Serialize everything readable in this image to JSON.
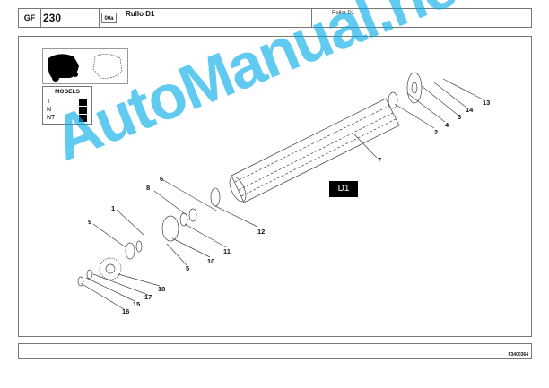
{
  "header": {
    "gf": "GF",
    "number": "230",
    "revision": "00a",
    "title_it": "Rullo D1",
    "title_en": "Roller D1"
  },
  "models": {
    "title": "MODELS",
    "items": [
      "T",
      "N",
      "NT"
    ]
  },
  "d1_label": "D1",
  "callouts": [
    "1",
    "2",
    "3",
    "4",
    "5",
    "6",
    "7",
    "8",
    "9",
    "10",
    "11",
    "12",
    "13",
    "14",
    "15",
    "16",
    "17",
    "18"
  ],
  "footer": {
    "code": "F3400364"
  },
  "watermark": "AutoManual.net",
  "colors": {
    "watermark": "#00aae6",
    "ink": "#111111"
  }
}
